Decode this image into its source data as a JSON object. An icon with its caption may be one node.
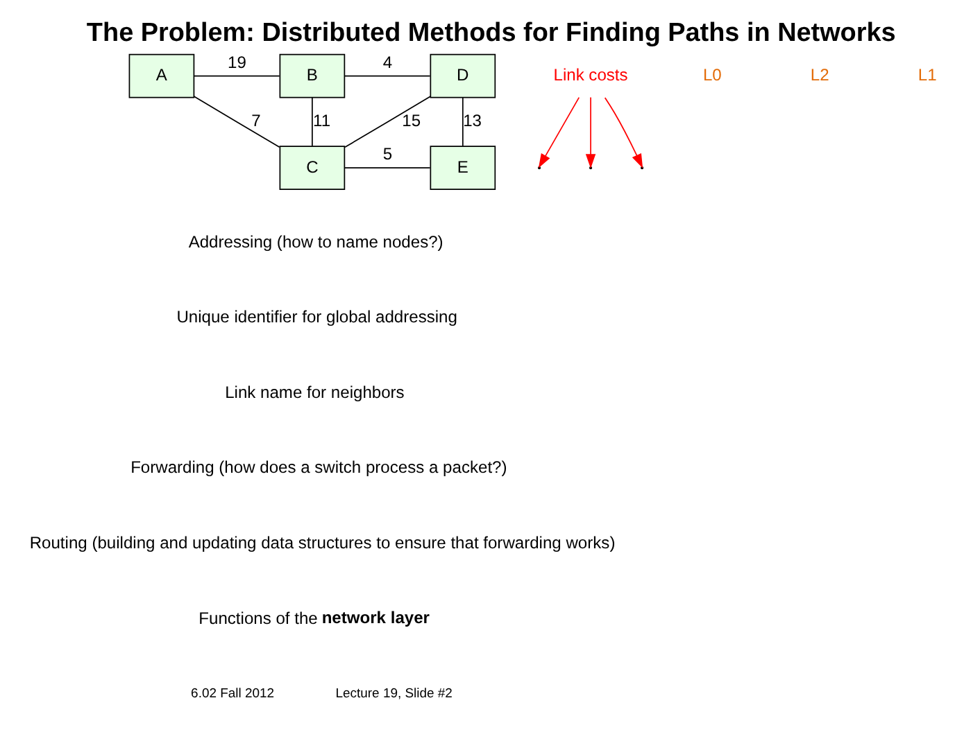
{
  "diagram": {
    "title": "The Problem: Distributed Methods for Finding Paths in Networks",
    "nodes": [
      {
        "text": [
          "A"
        ]
      },
      {
        "text": [
          "B"
        ]
      },
      {
        "text": [
          "C"
        ]
      },
      {
        "text": [
          "D"
        ]
      },
      {
        "text": [
          "E"
        ]
      },
      {
        "text": [
          "Link costs"
        ]
      }
    ],
    "edges": [
      {
        "from": 0,
        "to": 1,
        "arrow": "none",
        "label": "19"
      },
      {
        "from": 1,
        "to": 3,
        "arrow": "none",
        "label": "4"
      },
      {
        "from": 1,
        "to": 2,
        "arrow": "none",
        "label": "11"
      },
      {
        "from": 0,
        "to": 2,
        "arrow": "none",
        "label": "7"
      },
      {
        "from": 2,
        "to": 3,
        "arrow": "none",
        "label": "15"
      },
      {
        "from": 3,
        "to": 4,
        "arrow": "none",
        "label": "13"
      },
      {
        "from": 2,
        "to": 4,
        "arrow": "none",
        "label": "5"
      },
      {
        "from": 5,
        "to": null,
        "arrow": "to",
        "color": "#ff0000"
      },
      {
        "from": 5,
        "to": null,
        "arrow": "to",
        "color": "#ff0000"
      },
      {
        "from": 5,
        "to": null,
        "arrow": "to",
        "color": "#ff0000"
      }
    ],
    "labels": [
      "L0",
      "L2",
      "L1",
      "Addressing (how to name nodes?)",
      "Unique identifier for global addressing",
      "Link name for neighbors",
      "Forwarding (how does a switch process a packet?)",
      "Routing (building and updating data structures to ensure that forwarding works)",
      "Functions of the **network layer**",
      "6.02 Fall 2012",
      "Lecture 19, Slide #2"
    ]
  }
}
